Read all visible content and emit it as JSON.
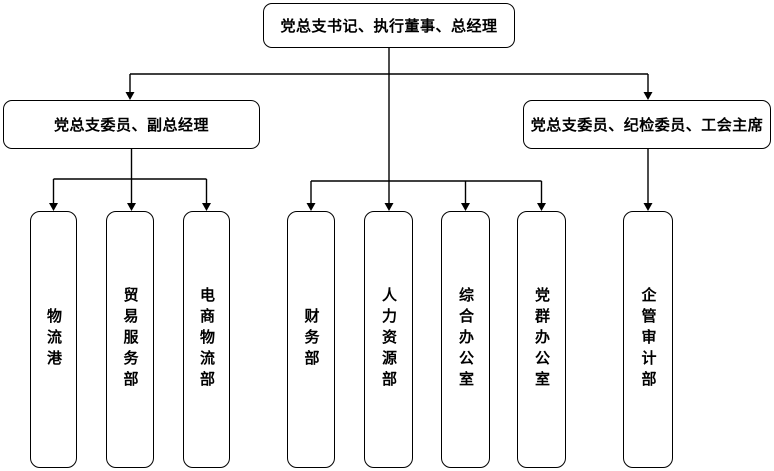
{
  "org_chart": {
    "type": "org-chart",
    "root": {
      "id": "root",
      "label": "党总支书记、执行董事、总经理"
    },
    "level2": [
      {
        "id": "deputy-gm",
        "label": "党总支委员、副总经理",
        "reports_to": "root"
      },
      {
        "id": "discipline-union",
        "label": "党总支委员、纪检委员、工会主席",
        "reports_to": "root"
      }
    ],
    "departments": [
      {
        "label": "物流港",
        "parent": "deputy-gm"
      },
      {
        "label": "贸易服务部",
        "parent": "deputy-gm"
      },
      {
        "label": "电商物流部",
        "parent": "deputy-gm"
      },
      {
        "label": "财务部",
        "parent": "root"
      },
      {
        "label": "人力资源部",
        "parent": "root"
      },
      {
        "label": "综合办公室",
        "parent": "root"
      },
      {
        "label": "党群办公室",
        "parent": "root"
      },
      {
        "label": "企管审计部",
        "parent": "discipline-union"
      }
    ],
    "colors": {
      "line": "#000000",
      "border": "#000000",
      "background": "#ffffff",
      "text": "#000000"
    }
  }
}
